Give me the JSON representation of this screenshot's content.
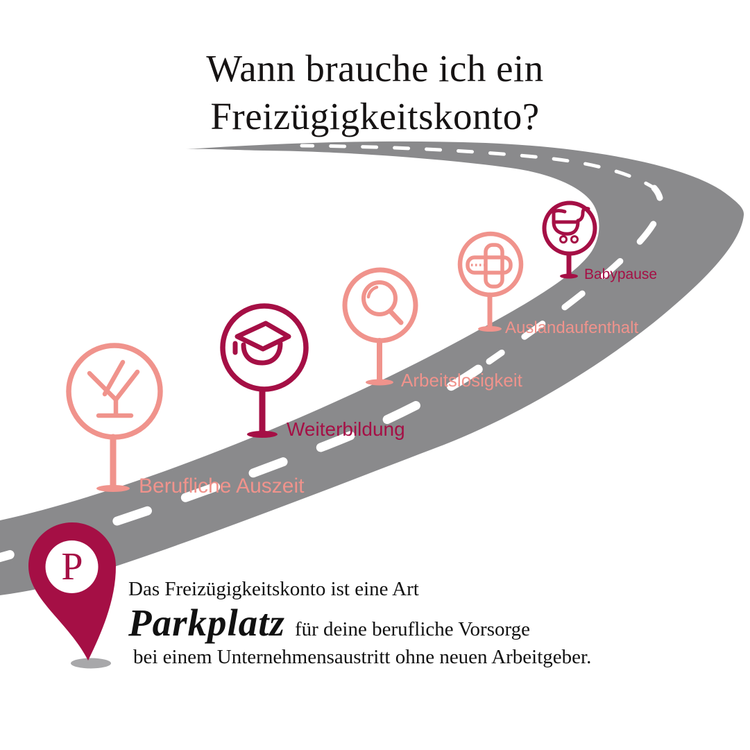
{
  "title": {
    "line1": "Wann brauche ich ein",
    "line2": "Freizügigkeitskonto?"
  },
  "milestones": [
    {
      "label": "Berufliche Auszeit",
      "icon": "cocktail-icon",
      "color": "#f0938c"
    },
    {
      "label": "Weiterbildung",
      "icon": "graduation-cap-icon",
      "color": "#a50f45"
    },
    {
      "label": "Arbeitslosigkeit",
      "icon": "magnifier-icon",
      "color": "#f0938c"
    },
    {
      "label": "Auslandaufenthalt",
      "icon": "airplane-icon",
      "color": "#f0938c"
    },
    {
      "label": "Babypause",
      "icon": "stroller-icon",
      "color": "#a50f45"
    }
  ],
  "pin": {
    "letter": "P",
    "icon": "map-pin-icon"
  },
  "footer": {
    "intro": "Das Freizügigkeitskonto ist eine Art",
    "highlight": "Parkplatz",
    "after_highlight": "für deine berufliche Vorsorge",
    "line2": "bei einem Unternehmensaustritt ohne neuen Arbeitgeber."
  },
  "colors": {
    "crimson": "#a50f45",
    "salmon": "#f0938c",
    "road_gray": "#8a8a8c",
    "shadow_gray": "#a8a8aa",
    "dash_white": "#ffffff",
    "text_black": "#111111"
  }
}
